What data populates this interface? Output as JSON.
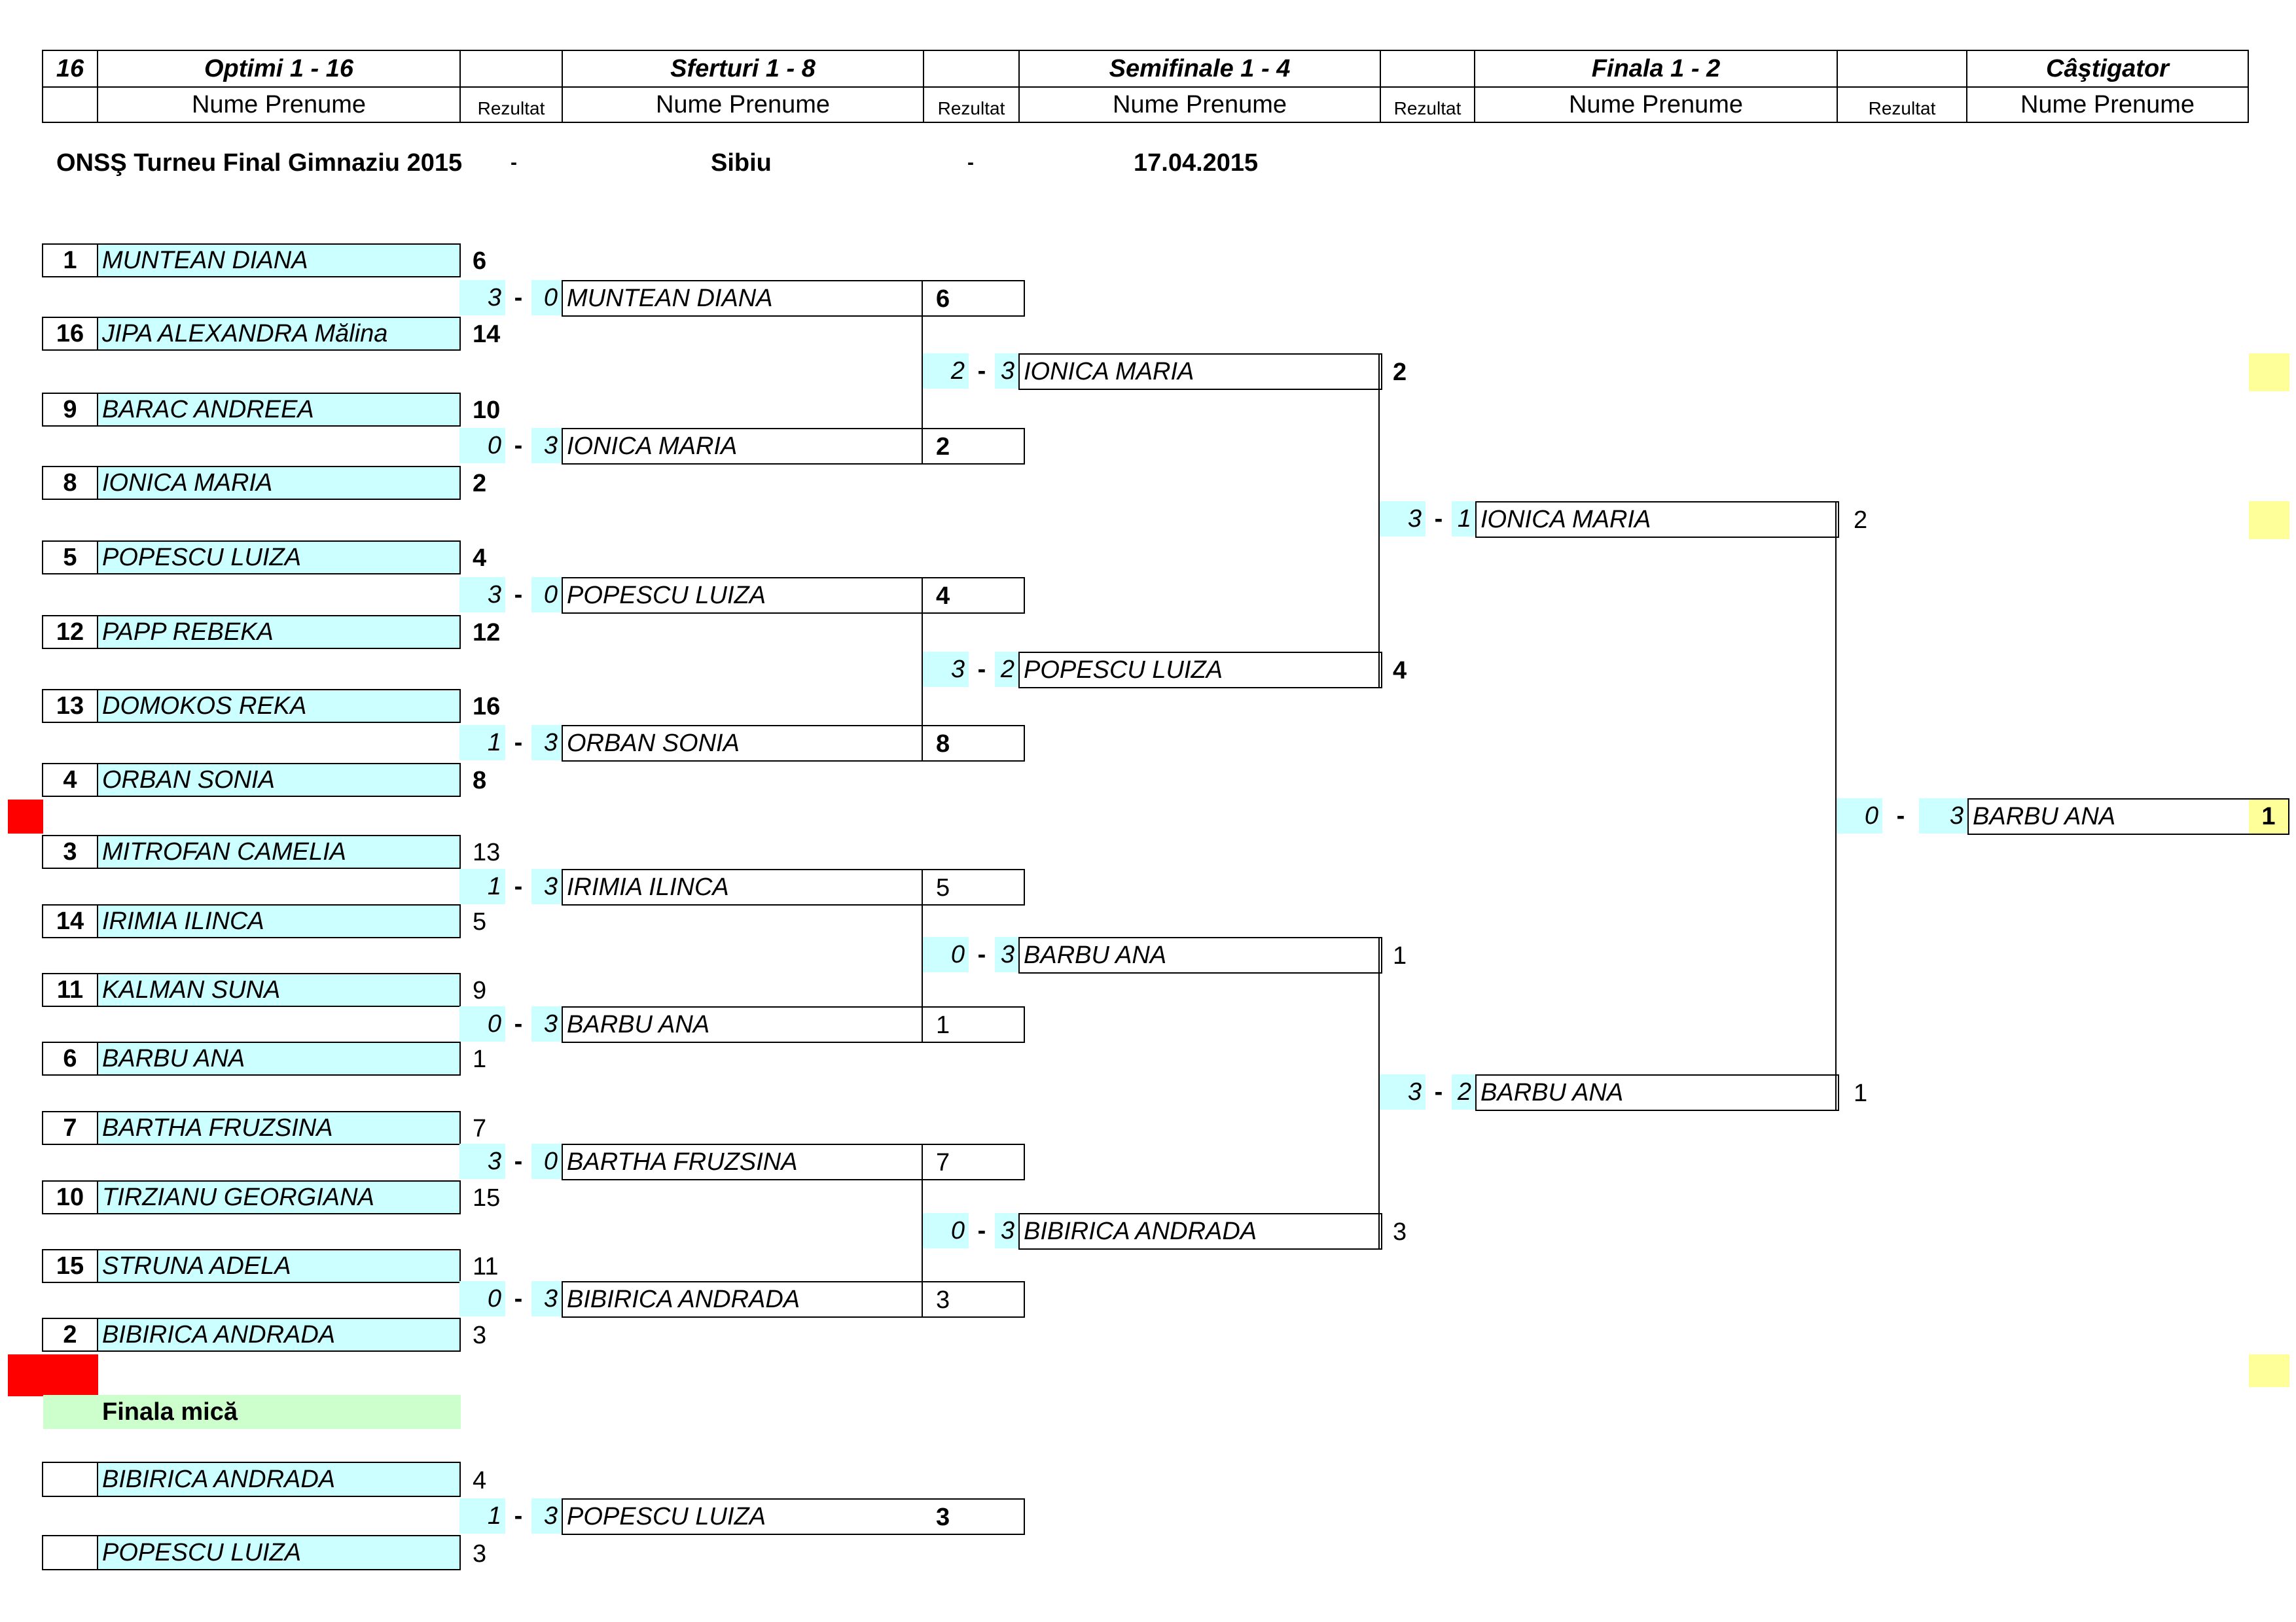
{
  "header": {
    "draw_size": "16",
    "rounds": [
      "Optimi 1 - 16",
      "Sferturi 1 - 8",
      "Semifinale 1 - 4",
      "Finala 1 - 2",
      "Câştigator"
    ],
    "name_label": "Nume Prenume",
    "result_label": "Rezultat"
  },
  "event": {
    "title": "ONSŞ Turneu Final Gimnaziu 2015",
    "sep1": "-",
    "city": "Sibiu",
    "sep2": "-",
    "date": "17.04.2015"
  },
  "round16": [
    {
      "seed": "1",
      "name": "MUNTEAN DIANA",
      "score": "6"
    },
    {
      "seed": "16",
      "name": "JIPA ALEXANDRA Mălina",
      "score": "14"
    },
    {
      "seed": "9",
      "name": "BARAC ANDREEA",
      "score": "10"
    },
    {
      "seed": "8",
      "name": "IONICA MARIA",
      "score": "2"
    },
    {
      "seed": "5",
      "name": "POPESCU LUIZA",
      "score": "4"
    },
    {
      "seed": "12",
      "name": "PAPP REBEKA",
      "score": "12"
    },
    {
      "seed": "13",
      "name": "DOMOKOS REKA",
      "score": "16"
    },
    {
      "seed": "4",
      "name": "ORBAN SONIA",
      "score": "8"
    },
    {
      "seed": "3",
      "name": "MITROFAN CAMELIA",
      "score": "13"
    },
    {
      "seed": "14",
      "name": "IRIMIA ILINCA",
      "score": "5"
    },
    {
      "seed": "11",
      "name": "KALMAN SUNA",
      "score": "9"
    },
    {
      "seed": "6",
      "name": "BARBU ANA",
      "score": "1"
    },
    {
      "seed": "7",
      "name": "BARTHA FRUZSINA",
      "score": "7"
    },
    {
      "seed": "10",
      "name": "TIRZIANU GEORGIANA",
      "score": "15"
    },
    {
      "seed": "15",
      "name": "STRUNA ADELA",
      "score": "11"
    },
    {
      "seed": "2",
      "name": "BIBIRICA ANDRADA",
      "score": "3"
    }
  ],
  "quarter": [
    {
      "a": "3",
      "dash": "-",
      "b": "0",
      "name": "MUNTEAN DIANA",
      "score": "6"
    },
    {
      "a": "0",
      "dash": "-",
      "b": "3",
      "name": "IONICA MARIA",
      "score": "2"
    },
    {
      "a": "3",
      "dash": "-",
      "b": "0",
      "name": "POPESCU LUIZA",
      "score": "4"
    },
    {
      "a": "1",
      "dash": "-",
      "b": "3",
      "name": "ORBAN SONIA",
      "score": "8"
    },
    {
      "a": "1",
      "dash": "-",
      "b": "3",
      "name": "IRIMIA ILINCA",
      "score": "5"
    },
    {
      "a": "0",
      "dash": "-",
      "b": "3",
      "name": "BARBU ANA",
      "score": "1"
    },
    {
      "a": "3",
      "dash": "-",
      "b": "0",
      "name": "BARTHA FRUZSINA",
      "score": "7"
    },
    {
      "a": "0",
      "dash": "-",
      "b": "3",
      "name": "BIBIRICA ANDRADA",
      "score": "3"
    }
  ],
  "semi": [
    {
      "a": "2",
      "dash": "-",
      "b": "3",
      "name": "IONICA MARIA",
      "score": "2"
    },
    {
      "a": "3",
      "dash": "-",
      "b": "2",
      "name": "POPESCU LUIZA",
      "score": "4"
    },
    {
      "a": "0",
      "dash": "-",
      "b": "3",
      "name": "BARBU ANA",
      "score": "1"
    },
    {
      "a": "0",
      "dash": "-",
      "b": "3",
      "name": "BIBIRICA ANDRADA",
      "score": "3"
    }
  ],
  "final": [
    {
      "a": "3",
      "dash": "-",
      "b": "1",
      "name": "IONICA MARIA",
      "score": "2"
    },
    {
      "a": "3",
      "dash": "-",
      "b": "2",
      "name": "BARBU ANA",
      "score": "1"
    }
  ],
  "winner": {
    "a": "0",
    "dash": "-",
    "b": "3",
    "name": "BARBU ANA",
    "score": "1"
  },
  "small_final": {
    "title": "Finala mică",
    "players": [
      {
        "seed": "",
        "name": "BIBIRICA ANDRADA",
        "score": "4"
      },
      {
        "seed": "",
        "name": "POPESCU LUIZA",
        "score": "3"
      }
    ],
    "match": {
      "a": "1",
      "dash": "-",
      "b": "3",
      "name": "POPESCU LUIZA",
      "score": "3"
    }
  },
  "colors": {
    "name_fill": "#ccffff",
    "small_final_fill": "#ccffcc",
    "yellow_marker": "#ffff99",
    "red_marker": "#ff0000"
  }
}
